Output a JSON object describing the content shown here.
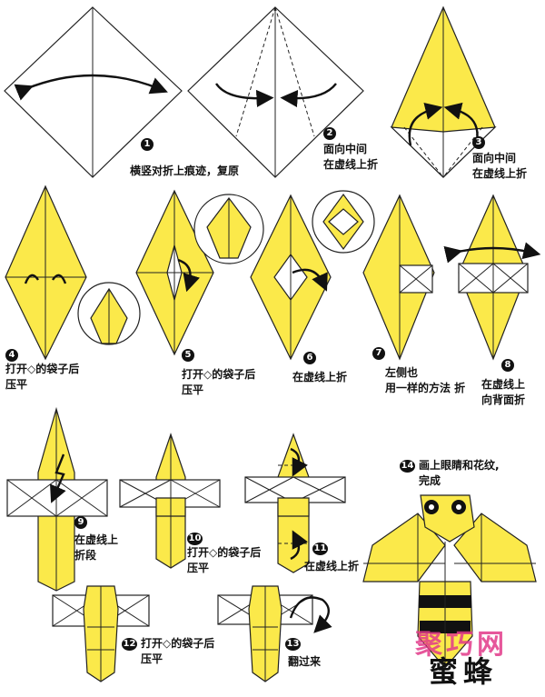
{
  "steps": [
    {
      "num": "1",
      "text": "横竖对折上痕迹，复原"
    },
    {
      "num": "2",
      "text": "面向中间\n在虚线上折"
    },
    {
      "num": "3",
      "text": "面向中间\n在虚线上折"
    },
    {
      "num": "4",
      "text": "打开◇的袋子后\n压平"
    },
    {
      "num": "5",
      "text": "打开◇的袋子后\n压平"
    },
    {
      "num": "6",
      "text": "在虚线上折"
    },
    {
      "num": "7",
      "text": "左侧也\n用一样的方法 折"
    },
    {
      "num": "8",
      "text": "在虚线上\n向背面折"
    },
    {
      "num": "9",
      "text": "在虚线上\n折段"
    },
    {
      "num": "10",
      "text": "打开◇的袋子后\n压平"
    },
    {
      "num": "11",
      "text": "在虚线上折"
    },
    {
      "num": "12",
      "text": "打开◇的袋子后\n压平"
    },
    {
      "num": "13",
      "text": "翻过来"
    },
    {
      "num": "14",
      "text": "画上眼睛和花纹,\n完成"
    }
  ],
  "watermark": "聚巧网",
  "title": "蜜蜂",
  "colors": {
    "paper_yellow": "#fbe94a",
    "outline": "#222222",
    "watermark": "#e23a8a"
  }
}
